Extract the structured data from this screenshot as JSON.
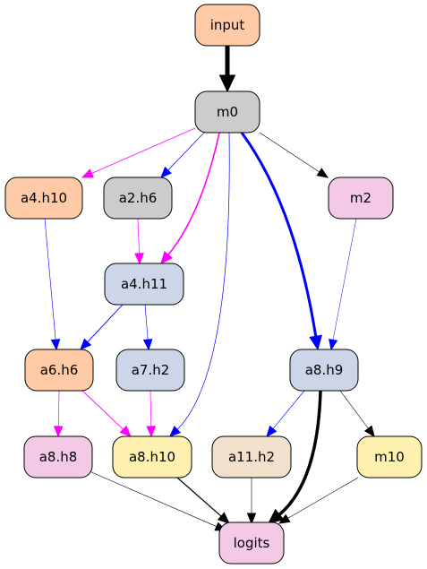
{
  "nodes": [
    {
      "id": "input",
      "label": "input",
      "fill": "#ffcba6"
    },
    {
      "id": "m0",
      "label": "m0",
      "fill": "#cccccc"
    },
    {
      "id": "a4h10",
      "label": "a4.h10",
      "fill": "#ffcba6"
    },
    {
      "id": "a2h6",
      "label": "a2.h6",
      "fill": "#cccccc"
    },
    {
      "id": "m2",
      "label": "m2",
      "fill": "#f4c9e6"
    },
    {
      "id": "a4h11",
      "label": "a4.h11",
      "fill": "#ccd6e8"
    },
    {
      "id": "a6h6",
      "label": "a6.h6",
      "fill": "#ffcba6"
    },
    {
      "id": "a7h2",
      "label": "a7.h2",
      "fill": "#ccd6e8"
    },
    {
      "id": "a8h9",
      "label": "a8.h9",
      "fill": "#ccd6e8"
    },
    {
      "id": "a8h8",
      "label": "a8.h8",
      "fill": "#f4c9e6"
    },
    {
      "id": "a8h10",
      "label": "a8.h10",
      "fill": "#fff2b0"
    },
    {
      "id": "a11h2",
      "label": "a11.h2",
      "fill": "#f0e0cc"
    },
    {
      "id": "m10",
      "label": "m10",
      "fill": "#fff2b0"
    },
    {
      "id": "logits",
      "label": "logits",
      "fill": "#f4c9e6"
    }
  ],
  "edges": [
    {
      "from": "input",
      "to": "m0",
      "color": "#000000",
      "weight": 5
    },
    {
      "from": "m0",
      "to": "a4h10",
      "color": "#ff00ff",
      "weight": 0.8
    },
    {
      "from": "m0",
      "to": "a2h6",
      "color": "#0000ff",
      "weight": 0.7
    },
    {
      "from": "m0",
      "to": "a4h11",
      "color": "#ff00ff",
      "weight": 1.6
    },
    {
      "from": "m0",
      "to": "a8h10",
      "color": "#0000ff",
      "weight": 0.7
    },
    {
      "from": "m0",
      "to": "a8h9",
      "color": "#0000ff",
      "weight": 3
    },
    {
      "from": "m0",
      "to": "m2",
      "color": "#000000",
      "weight": 0.6
    },
    {
      "from": "a2h6",
      "to": "a4h11",
      "color": "#ff00ff",
      "weight": 0.7
    },
    {
      "from": "a4h10",
      "to": "a6h6",
      "color": "#0000ff",
      "weight": 0.6
    },
    {
      "from": "m2",
      "to": "a8h9",
      "color": "#0000ff",
      "weight": 0.5
    },
    {
      "from": "a4h11",
      "to": "a6h6",
      "color": "#0000ff",
      "weight": 0.9
    },
    {
      "from": "a4h11",
      "to": "a7h2",
      "color": "#0000ff",
      "weight": 0.6
    },
    {
      "from": "a6h6",
      "to": "a8h8",
      "color": "#ff00ff",
      "weight": 0.7
    },
    {
      "from": "a6h6",
      "to": "a8h10",
      "color": "#ff00ff",
      "weight": 0.9
    },
    {
      "from": "a7h2",
      "to": "a8h10",
      "color": "#ff00ff",
      "weight": 0.7
    },
    {
      "from": "a8h9",
      "to": "a11h2",
      "color": "#0000ff",
      "weight": 0.6
    },
    {
      "from": "a8h9",
      "to": "m10",
      "color": "#000000",
      "weight": 0.6
    },
    {
      "from": "a8h9",
      "to": "logits",
      "color": "#000000",
      "weight": 3.5
    },
    {
      "from": "a8h8",
      "to": "logits",
      "color": "#000000",
      "weight": 0.6
    },
    {
      "from": "a8h10",
      "to": "logits",
      "color": "#000000",
      "weight": 1.2
    },
    {
      "from": "a11h2",
      "to": "logits",
      "color": "#000000",
      "weight": 0.6
    },
    {
      "from": "m10",
      "to": "logits",
      "color": "#000000",
      "weight": 0.6
    }
  ]
}
